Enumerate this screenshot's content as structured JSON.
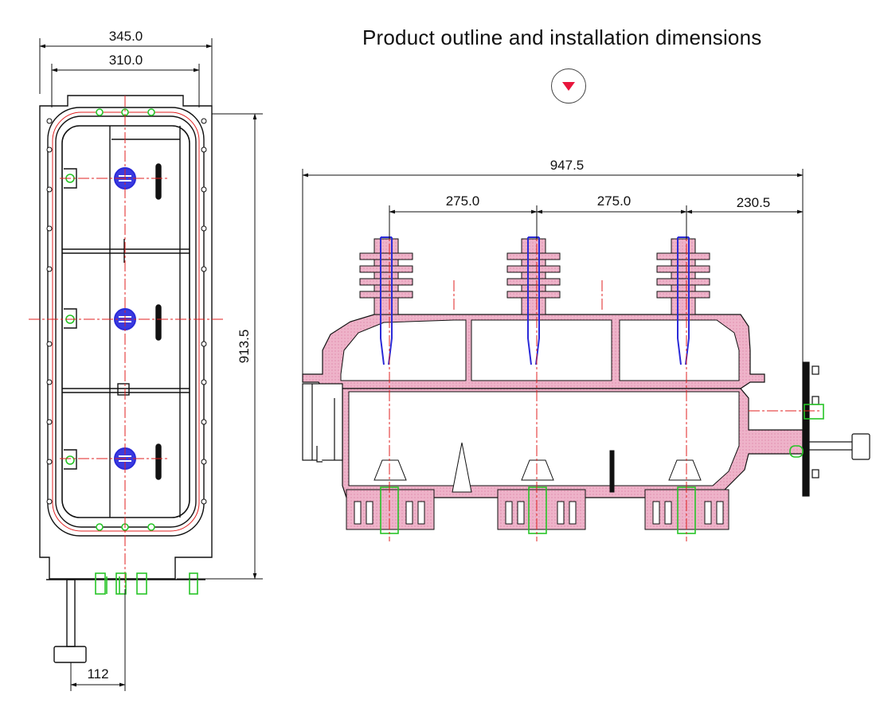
{
  "title": "Product outline and installation dimensions",
  "toggle_icon": "triangle-down-icon",
  "colors": {
    "accent_red": "#e8163c",
    "housing_pink": "#e9a0bd",
    "bushing_blue": "#2b2bd8",
    "fitting_green": "#27c427",
    "centerline_red": "#e02020",
    "outline_black": "#111111"
  },
  "side_view": {
    "dim_overall_width": "345.0",
    "dim_inner_width": "310.0",
    "dim_height": "913.5",
    "dim_handle_offset": "112"
  },
  "front_view": {
    "dim_overall_length": "947.5",
    "dim_pitch_1": "275.0",
    "dim_pitch_2": "275.0",
    "dim_end_offset": "230.5"
  }
}
